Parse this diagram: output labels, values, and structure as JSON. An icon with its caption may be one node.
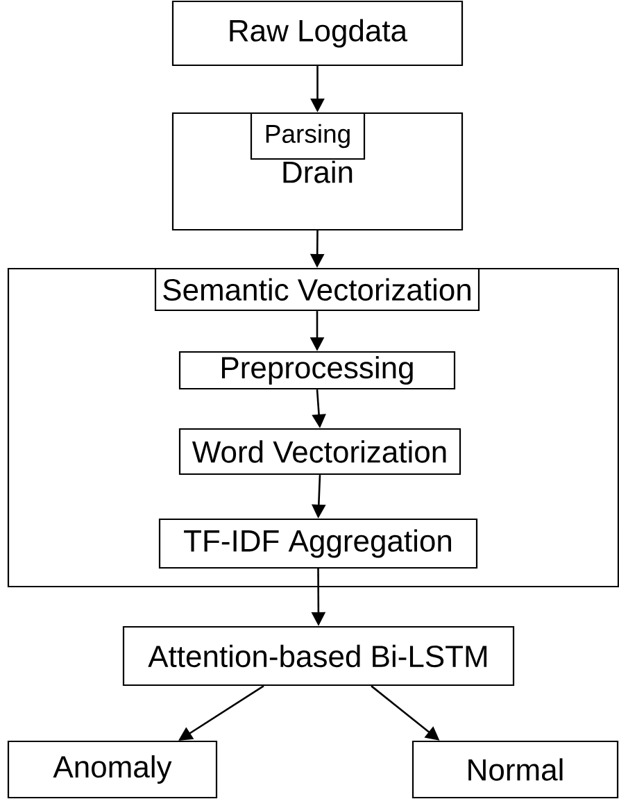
{
  "diagram": {
    "nodes": [
      {
        "text": [
          "Raw Logdata"
        ]
      },
      {
        "text": [
          "Drain"
        ]
      },
      {
        "text": [
          "Parsing"
        ],
        "in": 1
      },
      {
        "text": [],
        "shape": "box"
      },
      {
        "text": [
          "Semantic Vectorization"
        ],
        "in": 3
      },
      {
        "text": [
          "Preprocessing"
        ],
        "in": 3
      },
      {
        "text": [
          "Word Vectorization"
        ],
        "in": 3
      },
      {
        "text": [
          "TF-IDF Aggregation"
        ],
        "in": 3
      },
      {
        "text": [
          "Attention-based Bi-LSTM"
        ]
      },
      {
        "text": [
          "Anomaly"
        ]
      },
      {
        "text": [
          "Normal"
        ]
      }
    ],
    "edges": [
      {
        "from": 0,
        "to": 1,
        "arrow": "to"
      },
      {
        "from": 1,
        "to": 4,
        "arrow": "to"
      },
      {
        "from": 4,
        "to": 5,
        "arrow": "to"
      },
      {
        "from": 5,
        "to": 6,
        "arrow": "to"
      },
      {
        "from": 6,
        "to": 7,
        "arrow": "to"
      },
      {
        "from": 7,
        "to": 8,
        "arrow": "to"
      },
      {
        "from": 8,
        "to": 9,
        "arrow": "to"
      },
      {
        "from": 8,
        "to": 10,
        "arrow": "to"
      }
    ]
  }
}
